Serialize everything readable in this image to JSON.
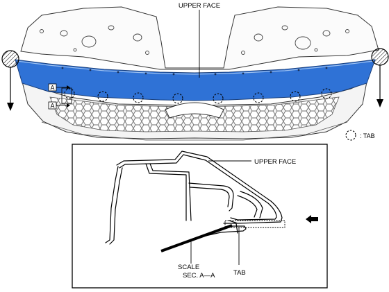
{
  "labels": {
    "upper_face_top": "UPPER FACE",
    "callout_a_upper": "A",
    "callout_a_lower": "A",
    "tab_legend": ": TAB",
    "upper_face_section": "UPPER FACE",
    "scale": "SCALE",
    "section_title": "SEC. A—A",
    "tab_section": "TAB"
  },
  "colors": {
    "highlight_blue": "#2f72d6",
    "line": "#000000",
    "grille_gray": "#9a9a9a"
  },
  "icons": {
    "clip_release": "circle-hatched-icon",
    "pull_direction": "arrow-down-icon",
    "view_direction": "arrow-left-icon",
    "tab_marker": "dashed-circle-icon"
  }
}
